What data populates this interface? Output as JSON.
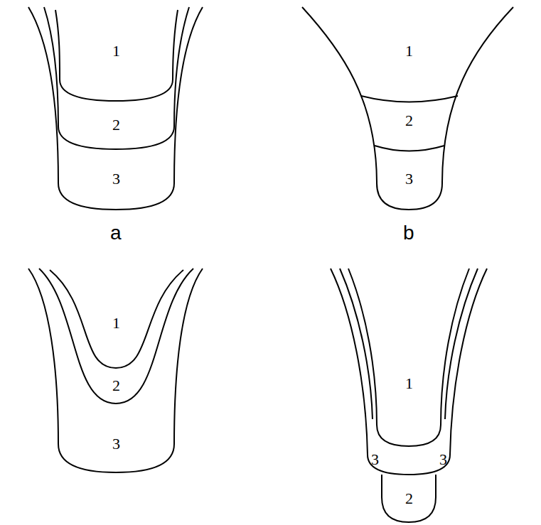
{
  "diagram": {
    "labels": [
      "1",
      "2",
      "3",
      "a",
      "1",
      "2",
      "3",
      "b",
      "1",
      "2",
      "3",
      "1",
      "3",
      "3",
      "2"
    ]
  }
}
